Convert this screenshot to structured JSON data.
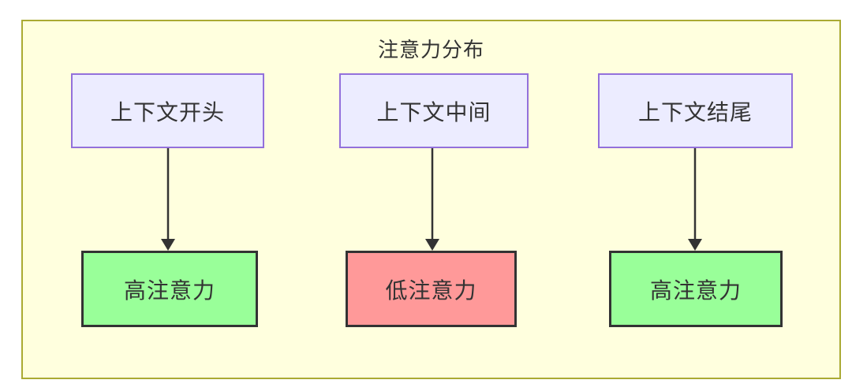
{
  "diagram": {
    "title": "注意力分布",
    "top_nodes": [
      {
        "id": "context-start",
        "label": "上下文开头"
      },
      {
        "id": "context-middle",
        "label": "上下文中间"
      },
      {
        "id": "context-end",
        "label": "上下文结尾"
      }
    ],
    "bottom_nodes": [
      {
        "id": "high-attention-1",
        "label": "高注意力",
        "status": "high"
      },
      {
        "id": "low-attention",
        "label": "低注意力",
        "status": "low"
      },
      {
        "id": "high-attention-2",
        "label": "高注意力",
        "status": "high"
      }
    ],
    "edges": [
      {
        "from": "context-start",
        "to": "high-attention-1"
      },
      {
        "from": "context-middle",
        "to": "low-attention"
      },
      {
        "from": "context-end",
        "to": "high-attention-2"
      }
    ],
    "colors": {
      "canvas_background": "#ffffde",
      "canvas_border": "#aaaa33",
      "context_fill": "#ececff",
      "context_border": "#9370db",
      "high_fill": "#99ff99",
      "low_fill": "#ff9999",
      "attention_border": "#333333",
      "arrow": "#333333",
      "text": "#333333"
    }
  }
}
